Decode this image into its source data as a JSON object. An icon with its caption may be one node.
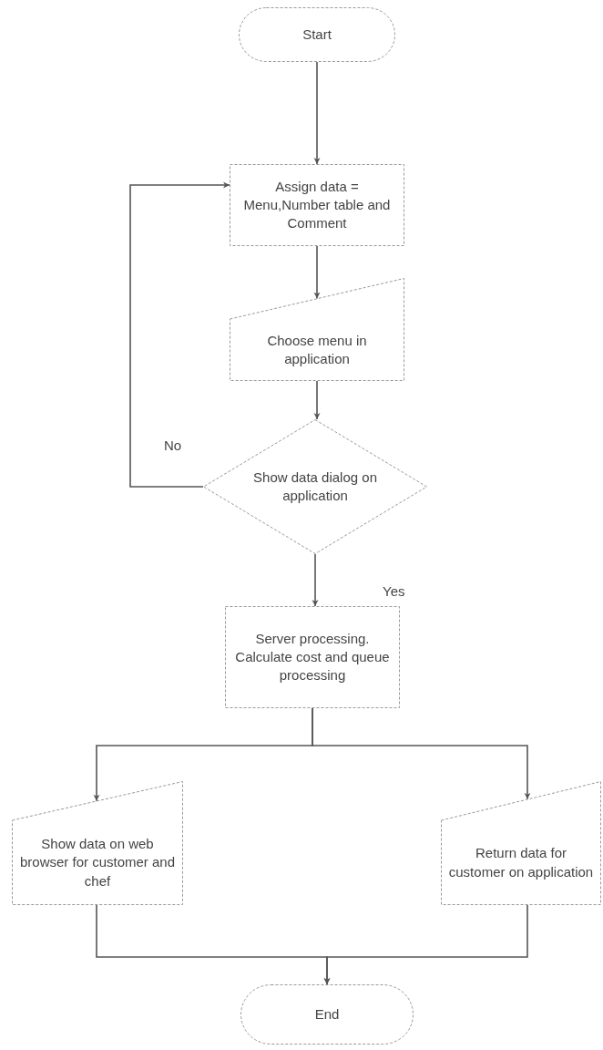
{
  "diagram": {
    "nodes": [
      {
        "text": [
          "Start"
        ]
      },
      {
        "text": [
          "Assign data = Menu,Number table and Comment"
        ]
      },
      {
        "text": [
          "Choose menu in application"
        ]
      },
      {
        "text": [
          "Show data dialog on application"
        ]
      },
      {
        "text": [
          "Server processing. Calculate cost and queue processing"
        ]
      },
      {
        "text": [
          "Show data on web browser for customer and chef"
        ]
      },
      {
        "text": [
          "Return data for customer on application"
        ]
      },
      {
        "text": [
          "End"
        ]
      }
    ],
    "edges": [
      {
        "from": 0,
        "to": 1,
        "arrow": "to"
      },
      {
        "from": 1,
        "to": 2,
        "arrow": "to"
      },
      {
        "from": 2,
        "to": 3,
        "arrow": "to"
      },
      {
        "from": 3,
        "to": 1,
        "arrow": "to",
        "label": "No"
      },
      {
        "from": 3,
        "to": 4,
        "arrow": "to",
        "label": "Yes"
      },
      {
        "from": 4,
        "to": 5,
        "arrow": "to"
      },
      {
        "from": 4,
        "to": 6,
        "arrow": "to"
      },
      {
        "from": 5,
        "to": 7,
        "arrow": "to"
      },
      {
        "from": 6,
        "to": 7,
        "arrow": "to"
      }
    ]
  }
}
